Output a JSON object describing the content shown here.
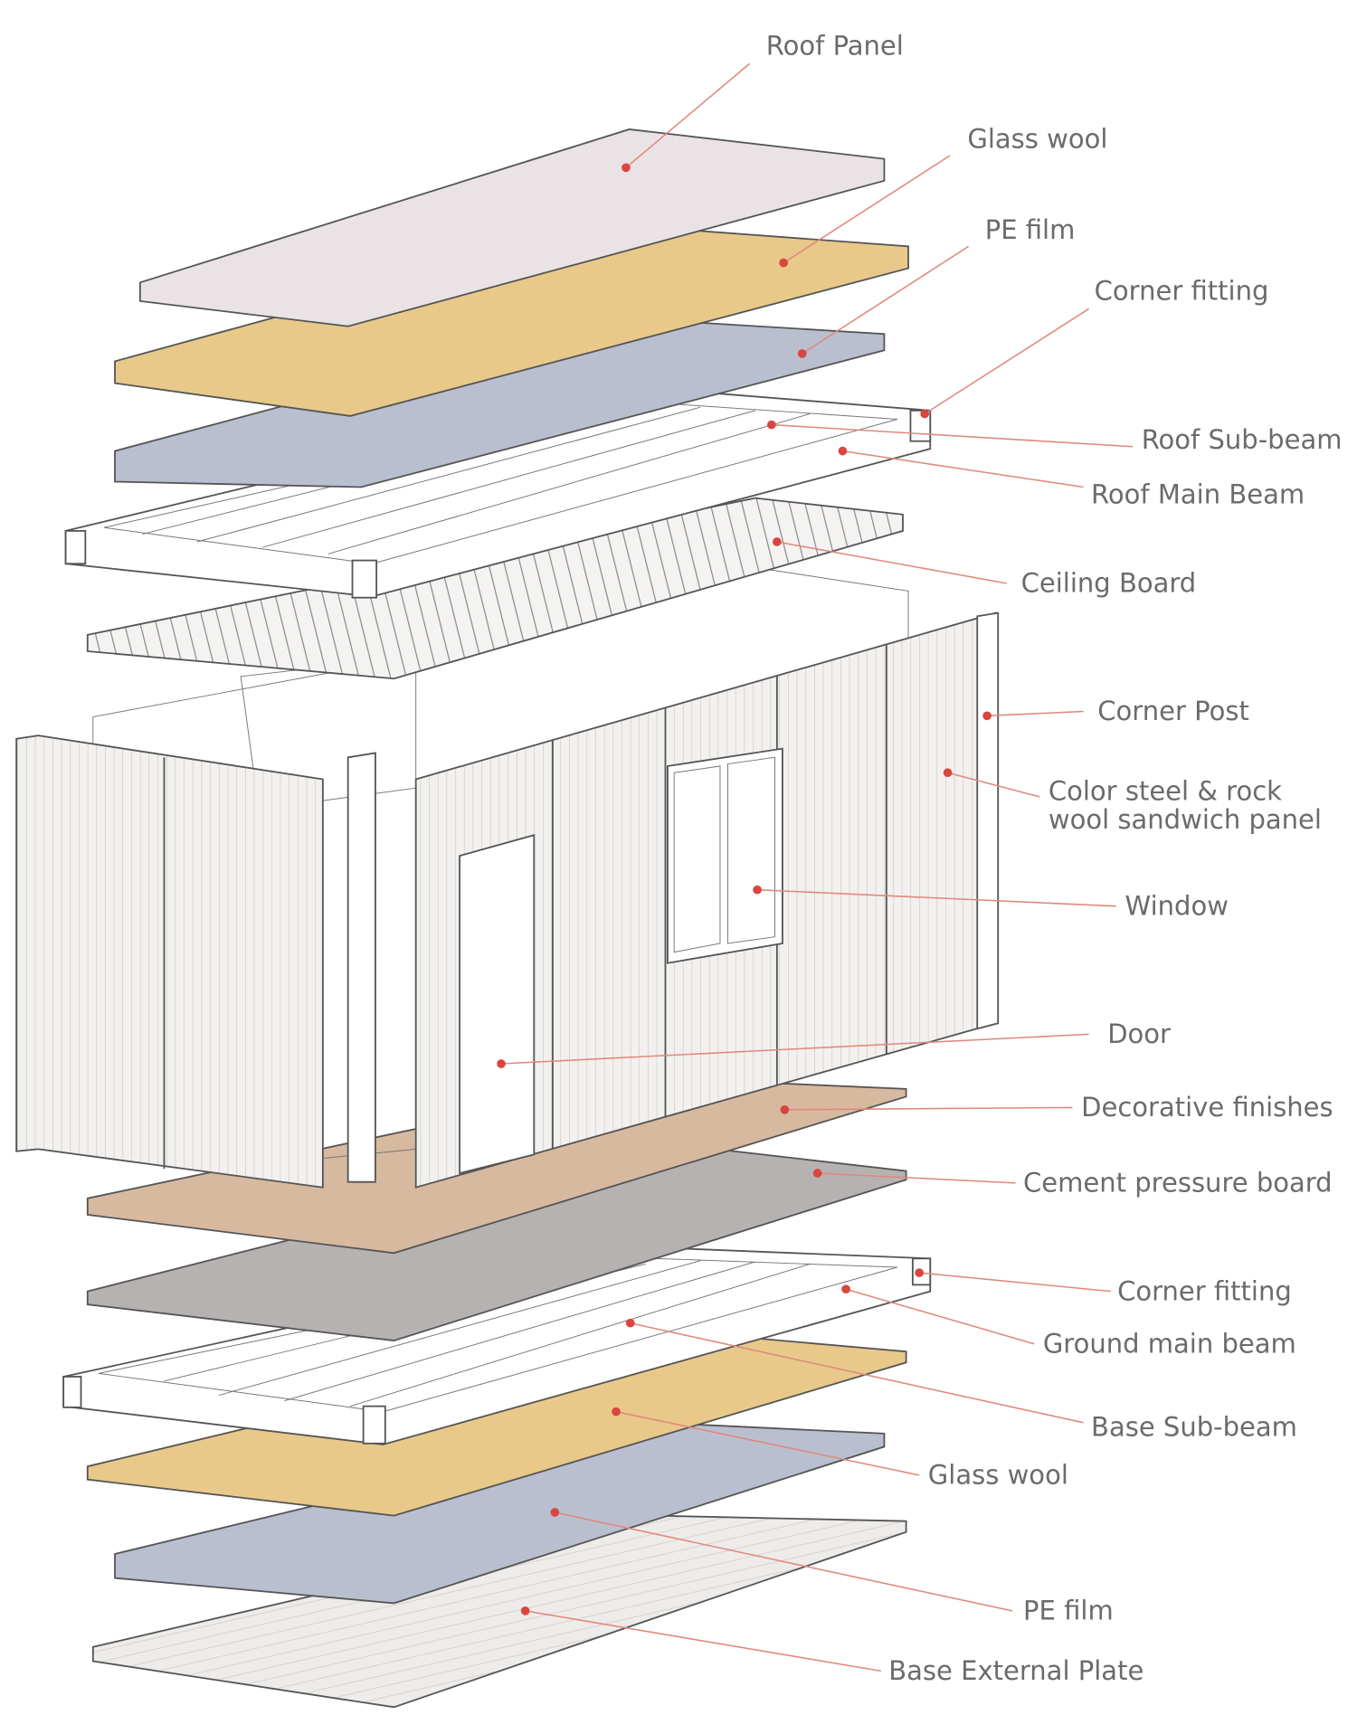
{
  "title": "Container house exploded view",
  "colors": {
    "roof_panel": "#e9e3e6",
    "glass_wool": "#e8c98a",
    "pe_film": "#b9bfcf",
    "frame": "#ffffff",
    "wall": "#f2f0ee",
    "floor_finish": "#d7b9a0",
    "cement_board": "#b6b2b1",
    "window_glass": "#b8c8ec",
    "leader_line": "#e0897d",
    "dot": "#d9463f",
    "label_text": "#6b6b6b"
  },
  "labels": {
    "roof_panel": "Roof Panel",
    "glass_wool_top": "Glass wool",
    "pe_film_top": "PE film",
    "corner_fitting_top": "Corner fitting",
    "roof_sub_beam": "Roof Sub-beam",
    "roof_main_beam": "Roof Main Beam",
    "ceiling_board": "Ceiling Board",
    "corner_post": "Corner Post",
    "sandwich_panel_line1": "Color steel & rock",
    "sandwich_panel_line2": "wool sandwich panel",
    "window": "Window",
    "door": "Door",
    "decorative_finishes": "Decorative finishes",
    "cement_pressure_board": "Cement pressure board",
    "corner_fitting_bottom": "Corner fitting",
    "ground_main_beam": "Ground main beam",
    "base_sub_beam": "Base Sub-beam",
    "glass_wool_bottom": "Glass wool",
    "pe_film_bottom": "PE film",
    "base_external_plate": "Base External Plate"
  }
}
